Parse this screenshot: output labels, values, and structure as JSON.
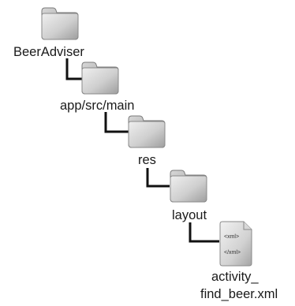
{
  "tree": {
    "nodes": [
      {
        "label": "BeerAdviser",
        "icon": "folder-icon"
      },
      {
        "label": "app/src/main",
        "icon": "folder-icon"
      },
      {
        "label": "res",
        "icon": "folder-icon"
      },
      {
        "label": "layout",
        "icon": "folder-icon"
      },
      {
        "label_line1": "activity_",
        "label_line2": "find_beer.xml",
        "icon": "xml-file-icon",
        "file_tag_open": "<xml>",
        "file_tag_close": "</xml>"
      }
    ]
  },
  "colors": {
    "connector": "#111111",
    "folder_light": "#e2e2e2",
    "folder_dark": "#a9a9a9",
    "file_light": "#e6e6e6",
    "file_dark": "#b5b5b5"
  }
}
